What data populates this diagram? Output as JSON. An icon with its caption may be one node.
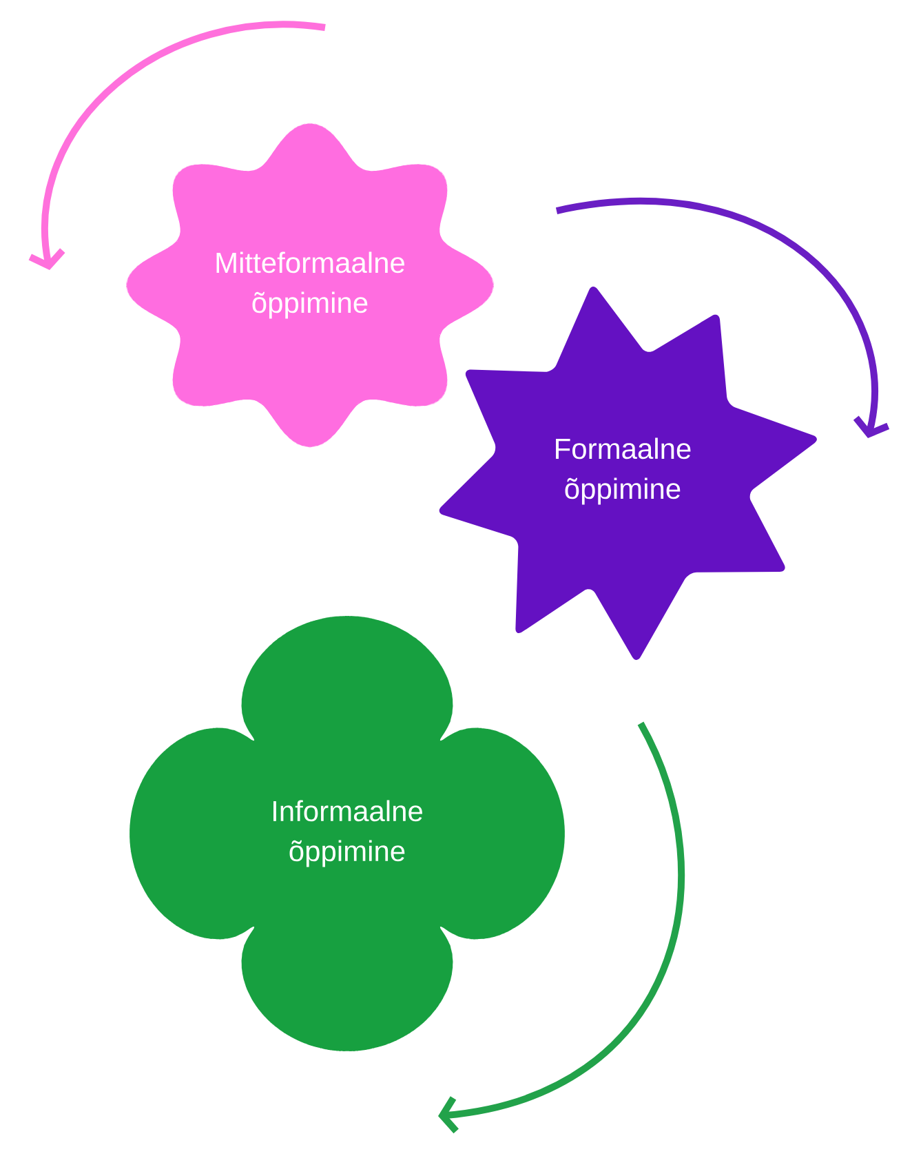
{
  "diagram": {
    "nodes": [
      {
        "text": [
          "Mitteformaalne õppimine"
        ]
      },
      {
        "text": [
          "Formaalne õppimine"
        ]
      },
      {
        "text": [
          "Informaalne õppimine"
        ]
      }
    ],
    "edges": [
      {
        "from": null,
        "to": 0,
        "arrow": "to",
        "color": "#ff70dc"
      },
      {
        "from": null,
        "to": 1,
        "arrow": "to",
        "color": "#6a1ec4"
      },
      {
        "from": null,
        "to": 2,
        "arrow": "to",
        "color": "#22a24a"
      }
    ]
  }
}
